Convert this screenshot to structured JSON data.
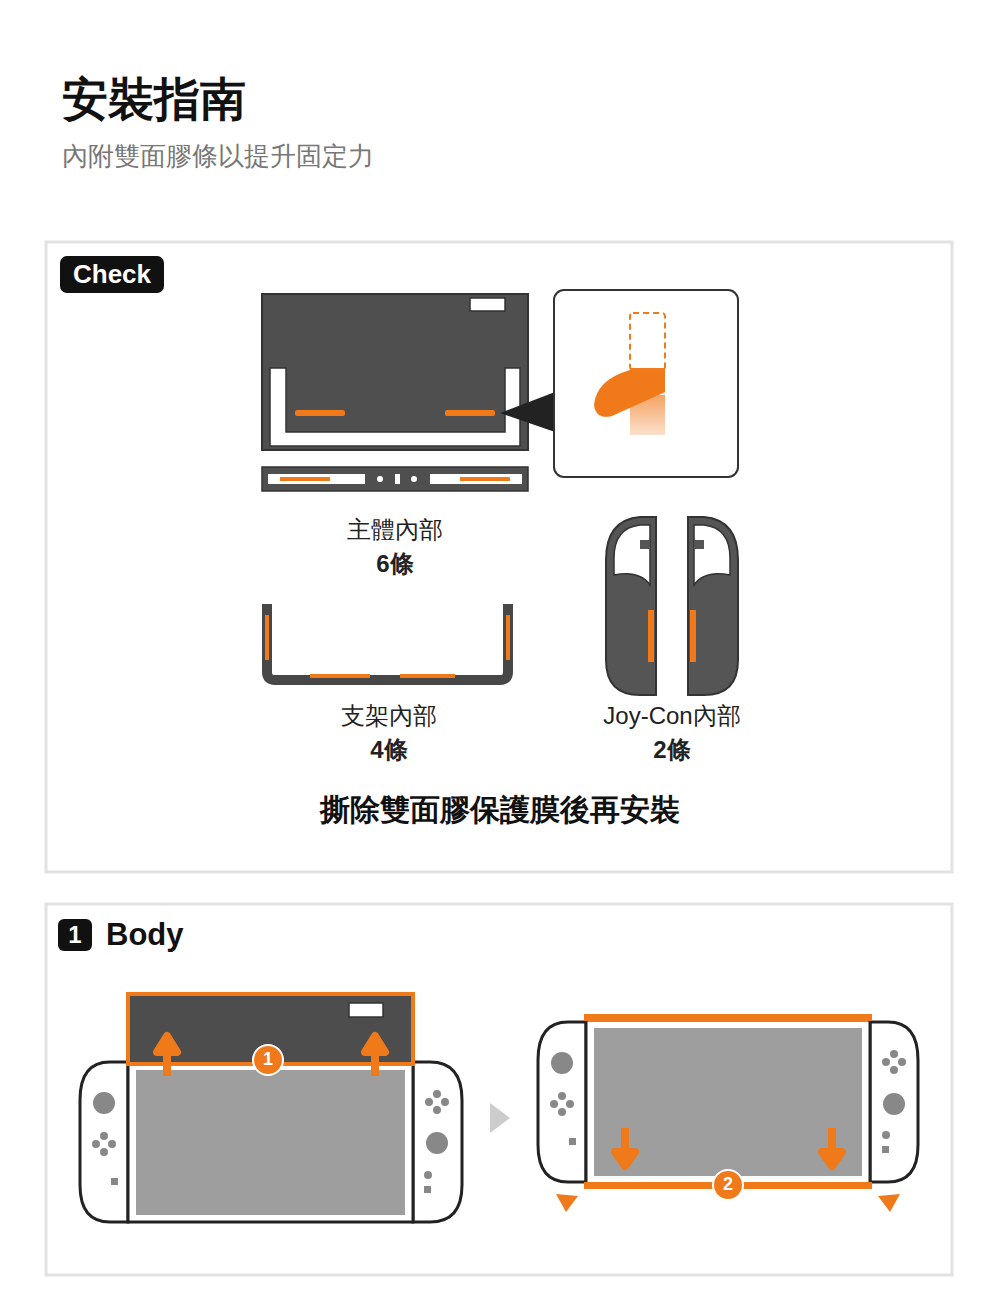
{
  "diagram": {
    "title": "安裝指南",
    "nodes": [
      {
        "text": [
          "Check"
        ]
      },
      {
        "text": [
          "1",
          "Body"
        ]
      }
    ],
    "labels": [
      "內附雙面膠條以提升固定力",
      "主體內部",
      "6條",
      "支架內部",
      "4條",
      "Joy-Con內部",
      "2條",
      "撕除雙面膠保護膜後再安裝",
      "1",
      "2"
    ]
  }
}
